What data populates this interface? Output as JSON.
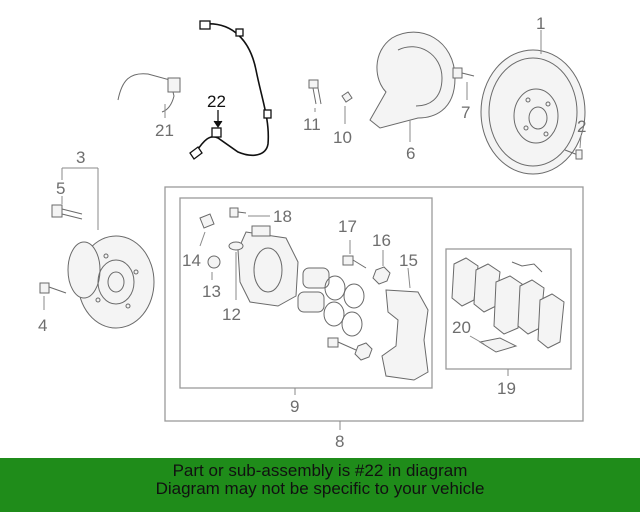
{
  "callouts": {
    "c1": "1",
    "c2": "2",
    "c3": "3",
    "c4": "4",
    "c5": "5",
    "c6": "6",
    "c7": "7",
    "c8": "8",
    "c9": "9",
    "c10": "10",
    "c11": "11",
    "c12": "12",
    "c13": "13",
    "c14": "14",
    "c15": "15",
    "c16": "16",
    "c17": "17",
    "c18": "18",
    "c19": "19",
    "c20": "20",
    "c21": "21",
    "c22": "22"
  },
  "highlighted_part": "22",
  "banner": {
    "line1": "Part or sub-assembly is #22 in diagram",
    "line2": "Diagram may not be specific to your vehicle"
  },
  "colors": {
    "banner_bg": "#1f8c1a",
    "highlight": "#111111",
    "line": "#6a6a6a"
  }
}
